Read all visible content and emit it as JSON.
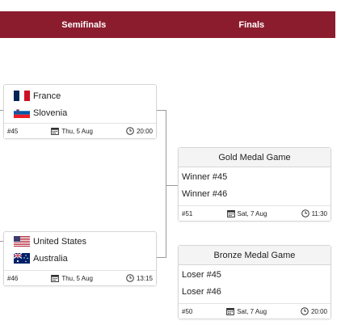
{
  "header": {
    "semifinals": "Semifinals",
    "finals": "Finals"
  },
  "semifinal_1": {
    "team_a": {
      "name": "France",
      "flag": "france-flag"
    },
    "team_b": {
      "name": "Slovenia",
      "flag": "slovenia-flag"
    },
    "match_no": "#45",
    "date": "Thu, 5 Aug",
    "time": "20:00"
  },
  "semifinal_2": {
    "team_a": {
      "name": "United States",
      "flag": "usa-flag"
    },
    "team_b": {
      "name": "Australia",
      "flag": "australia-flag"
    },
    "match_no": "#46",
    "date": "Thu, 5 Aug",
    "time": "13:15"
  },
  "gold_game": {
    "title": "Gold Medal Game",
    "team_a": "Winner #45",
    "team_b": "Winner #46",
    "match_no": "#51",
    "date": "Sat, 7 Aug",
    "time": "11:30"
  },
  "bronze_game": {
    "title": "Bronze Medal Game",
    "team_a": "Loser #45",
    "team_b": "Loser #46",
    "match_no": "#50",
    "date": "Sat, 7 Aug",
    "time": "20:00"
  },
  "colors": {
    "header_bg": "#8b1c2e",
    "border": "#d6d6d6",
    "connector": "#9a9a9a"
  }
}
